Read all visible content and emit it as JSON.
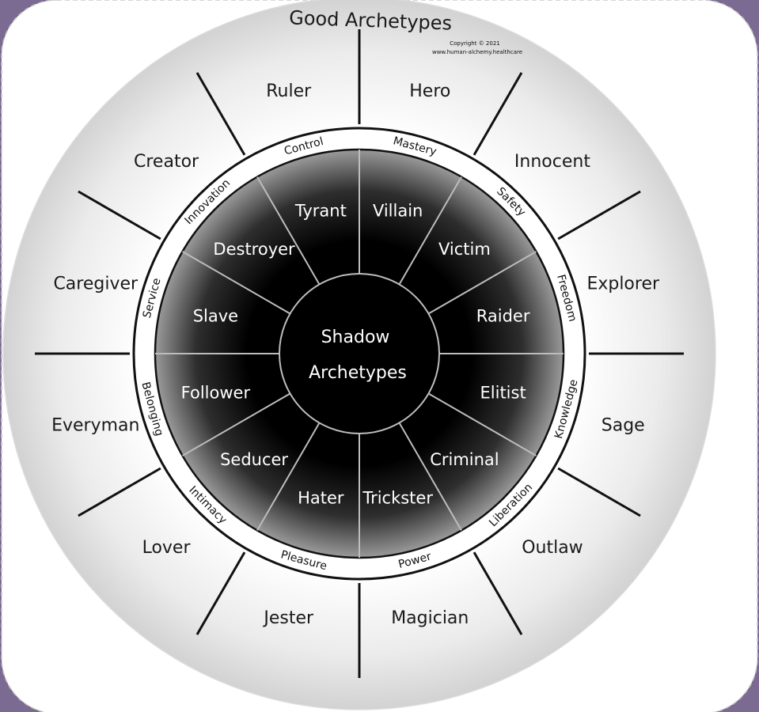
{
  "title": "Good Archetypes",
  "copyright": "Copyright © 2021",
  "website": "www.human-alchemy.healthcare",
  "center": {
    "line1": "Shadow",
    "line2": "Archetypes"
  },
  "good_archetypes": [
    "Hero",
    "Innocent",
    "Explorer",
    "Sage",
    "Outlaw",
    "Magician",
    "Jester",
    "Lover",
    "Everyman",
    "Caregiver",
    "Creator",
    "Ruler"
  ],
  "motivations": [
    "Mastery",
    "Safety",
    "Freedom",
    "Knowledge",
    "Liberation",
    "Power",
    "Pleasure",
    "Intimacy",
    "Belonging",
    "Service",
    "Innovation",
    "Control"
  ],
  "shadow_archetypes": [
    "Villain",
    "Victim",
    "Raider",
    "Elitist",
    "Criminal",
    "Trickster",
    "Hater",
    "Seducer",
    "Follower",
    "Slave",
    "Destroyer",
    "Tyrant"
  ],
  "colors": {
    "background": "#7b6a92",
    "card": "#ffffff",
    "ring_outer": "#d9d9d9",
    "shadow_dark": "#000000",
    "shadow_light": "#a0a0a0",
    "line": "#111111"
  }
}
